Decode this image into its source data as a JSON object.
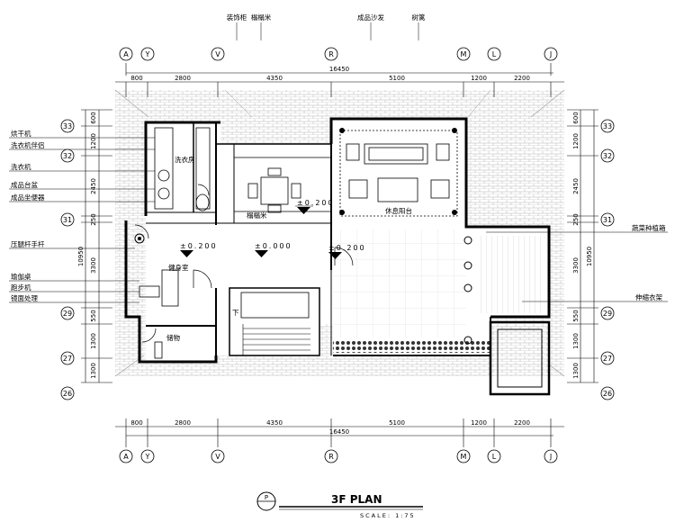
{
  "top_callouts": [
    "装饰柜",
    "榻榻米",
    "成品沙发",
    "树篱"
  ],
  "left_callouts": [
    "烘干机",
    "洗衣机伴侣",
    "洗衣机",
    "成品台盆",
    "成品坐便器",
    "压腿杆手杆",
    "瑜伽桌",
    "跑步机",
    "镜面处理"
  ],
  "right_callouts": [
    "蔬菜种植箱",
    "伸缩衣架"
  ],
  "top_grid": [
    "A",
    "Y",
    "V",
    "R",
    "M",
    "L",
    "J"
  ],
  "bottom_grid": [
    "A",
    "Y",
    "V",
    "R",
    "M",
    "L",
    "J"
  ],
  "side_grid": [
    "33",
    "32",
    "31",
    "29",
    "27",
    "26"
  ],
  "h_dims": [
    "800",
    "2800",
    "4350",
    "5100",
    "1200",
    "2200"
  ],
  "h_total": "16450",
  "v_dims": [
    "600",
    "1200",
    "2450",
    "250",
    "3300",
    "550",
    "1300",
    "1300"
  ],
  "v_total": "10950",
  "rooms": {
    "laundry": "洗衣房",
    "gym": "健身室",
    "storage": "储物",
    "tatami": "榻榻米",
    "terrace": "休息阳台",
    "stair_down": "下"
  },
  "levels": [
    "±0.200",
    "±0.000",
    "±0.200",
    "±0.200"
  ],
  "title": "3F PLAN",
  "scale": "SCALE:  1:75",
  "symbol": "P"
}
